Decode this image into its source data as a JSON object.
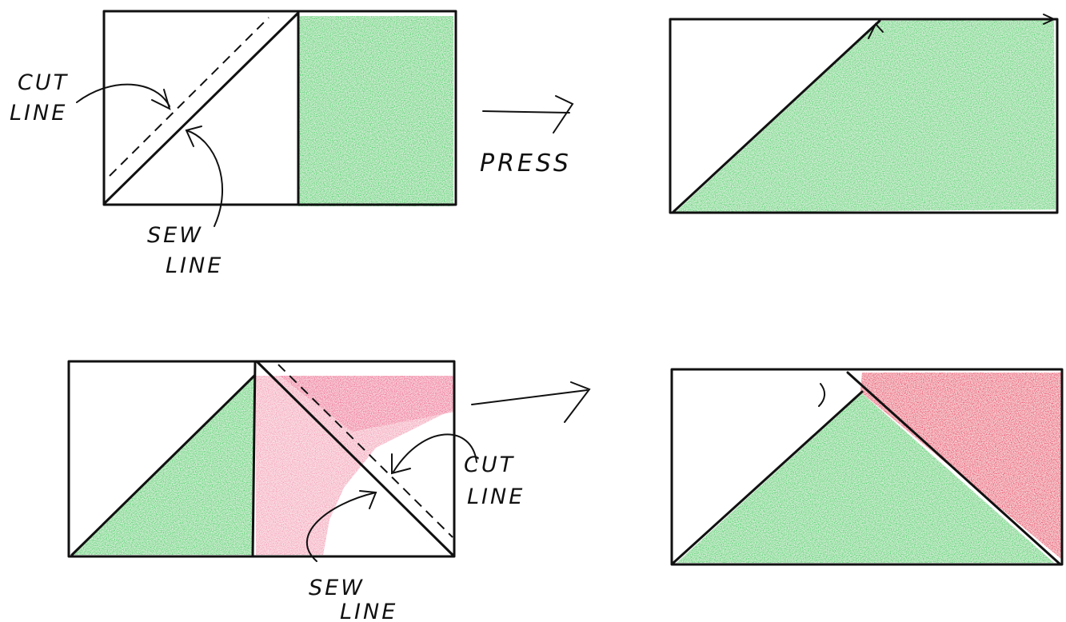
{
  "colors": {
    "green": "#2fce58",
    "pink": "#ef5b8c",
    "red": "#e8134f",
    "ink": "#111111",
    "paper": "#ffffff"
  },
  "step1": {
    "cut_label_line1": "CUT",
    "cut_label_line2": "LINE",
    "sew_label_line1": "SEW",
    "sew_label_line2": "LINE",
    "arrow_label": "PRESS"
  },
  "step3": {
    "cut_label_line1": "CUT",
    "cut_label_line2": "LINE",
    "sew_label_line1": "SEW",
    "sew_label_line2": "LINE"
  },
  "icons": {
    "arrow1": "right-arrow-icon",
    "arrow2": "right-arrow-icon"
  }
}
